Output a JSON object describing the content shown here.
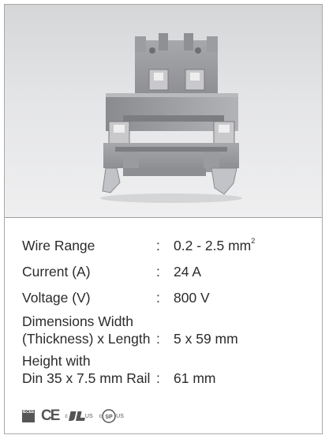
{
  "specs": [
    {
      "label": "Wire Range",
      "value": "0.2 - 2.5 mm",
      "sup": "2"
    },
    {
      "label": "Current (A)",
      "value": "24 A"
    },
    {
      "label": "Voltage (V)",
      "value": "800 V"
    },
    {
      "label_line1": "Dimensions Width",
      "label_line2": "(Thickness) x Length",
      "value": "5 x 59 mm"
    },
    {
      "label_line1": "Height with",
      "label_line2": "Din 35 x 7.5 mm Rail",
      "value": "61 mm"
    }
  ],
  "separator": ":",
  "certifications": {
    "iecee": "IECEE",
    "ce": "CE",
    "ul_c": "c",
    "ul_us": "US",
    "csa_c": "c",
    "csa_us": "US"
  }
}
